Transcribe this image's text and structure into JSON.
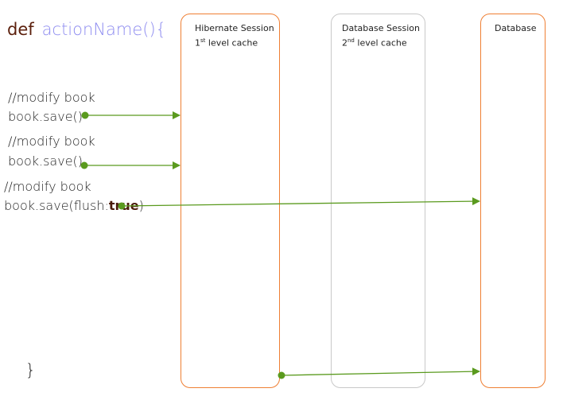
{
  "code": {
    "def_keyword": "def",
    "function_name": "actionName(){",
    "comment_1": "//modify book",
    "statement_1": "book.save()",
    "comment_2": "//modify book",
    "statement_2": "book.save()",
    "comment_3": "//modify book",
    "statement_3_prefix": "book.save(flush:",
    "statement_3_value": "true",
    "statement_3_suffix": ")",
    "closing_brace": "}"
  },
  "lanes": {
    "hibernate": {
      "title": "Hibernate Session",
      "sub_number": "1",
      "sub_suffix": "st",
      "sub_text": " level cache"
    },
    "db_session": {
      "title": "Database Session",
      "sub_number": "2",
      "sub_suffix": "nd",
      "sub_text": " level cache"
    },
    "database": {
      "title": "Database"
    }
  },
  "colors": {
    "arrow": "#5a9a1e",
    "lane_active": "#ef7f33",
    "lane_inactive": "#c8c8c8",
    "keyword": "#5b1f0c",
    "function_name": "#8f8df0"
  }
}
